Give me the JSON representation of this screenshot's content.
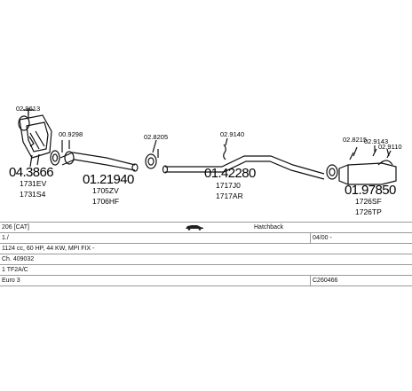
{
  "diagram": {
    "parts": [
      {
        "number": "04.3866",
        "refs": [
          "1731EV",
          "1731S4"
        ],
        "accessory": "02.9613"
      },
      {
        "number": "01.21940",
        "refs": [
          "1705ZV",
          "1706HF"
        ],
        "accessory": "00.9298"
      },
      {
        "number": "01.42280",
        "refs": [
          "1717J0",
          "1717AR"
        ],
        "accessory": "02.9140"
      },
      {
        "number": "01.97850",
        "refs": [
          "1726SF",
          "1726TP"
        ]
      }
    ],
    "accessories": [
      "02.8205",
      "02.8215",
      "02.9143",
      "02.9110"
    ]
  },
  "info": {
    "model": "206 [CAT]",
    "body": "Hatchback",
    "engine_code": "1./",
    "date": "04/00 -",
    "engine": "1124 cc, 60 HP, 44 KW, MPI FIX -",
    "chassis": "Ch. 409032",
    "variant": "1 TF2A/C",
    "emission": "Euro 3",
    "code": "C260466"
  }
}
